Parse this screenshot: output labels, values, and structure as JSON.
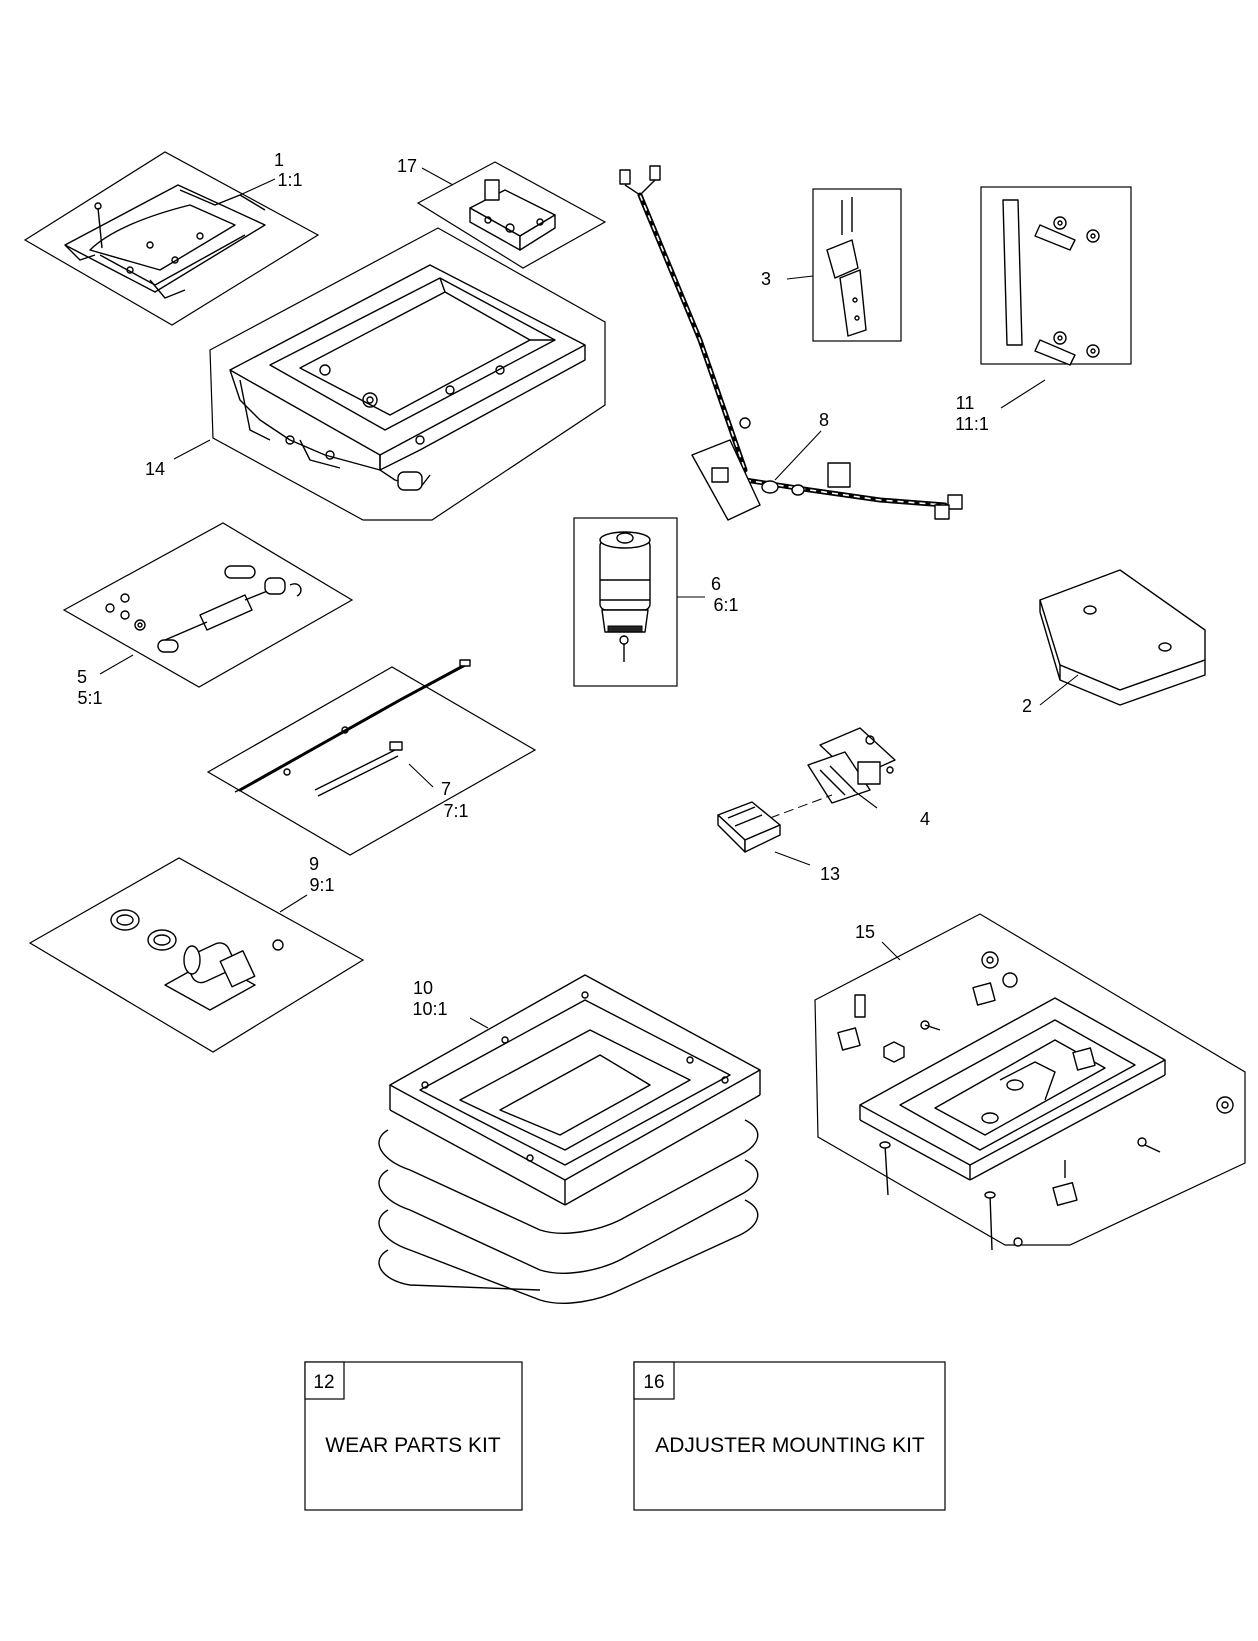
{
  "callouts": {
    "c1": "1",
    "c1s": "1:1",
    "c2": "2",
    "c3": "3",
    "c4": "4",
    "c5": "5",
    "c5s": "5:1",
    "c6": "6",
    "c6s": "6:1",
    "c7": "7",
    "c7s": "7:1",
    "c8": "8",
    "c9": "9",
    "c9s": "9:1",
    "c10": "10",
    "c10s": "10:1",
    "c11": "11",
    "c11s": "11:1",
    "c13": "13",
    "c14": "14",
    "c15": "15",
    "c17": "17"
  },
  "kits": {
    "wear": {
      "number": "12",
      "title": "WEAR PARTS KIT"
    },
    "adjuster": {
      "number": "16",
      "title": "ADJUSTER MOUNTING KIT"
    }
  }
}
